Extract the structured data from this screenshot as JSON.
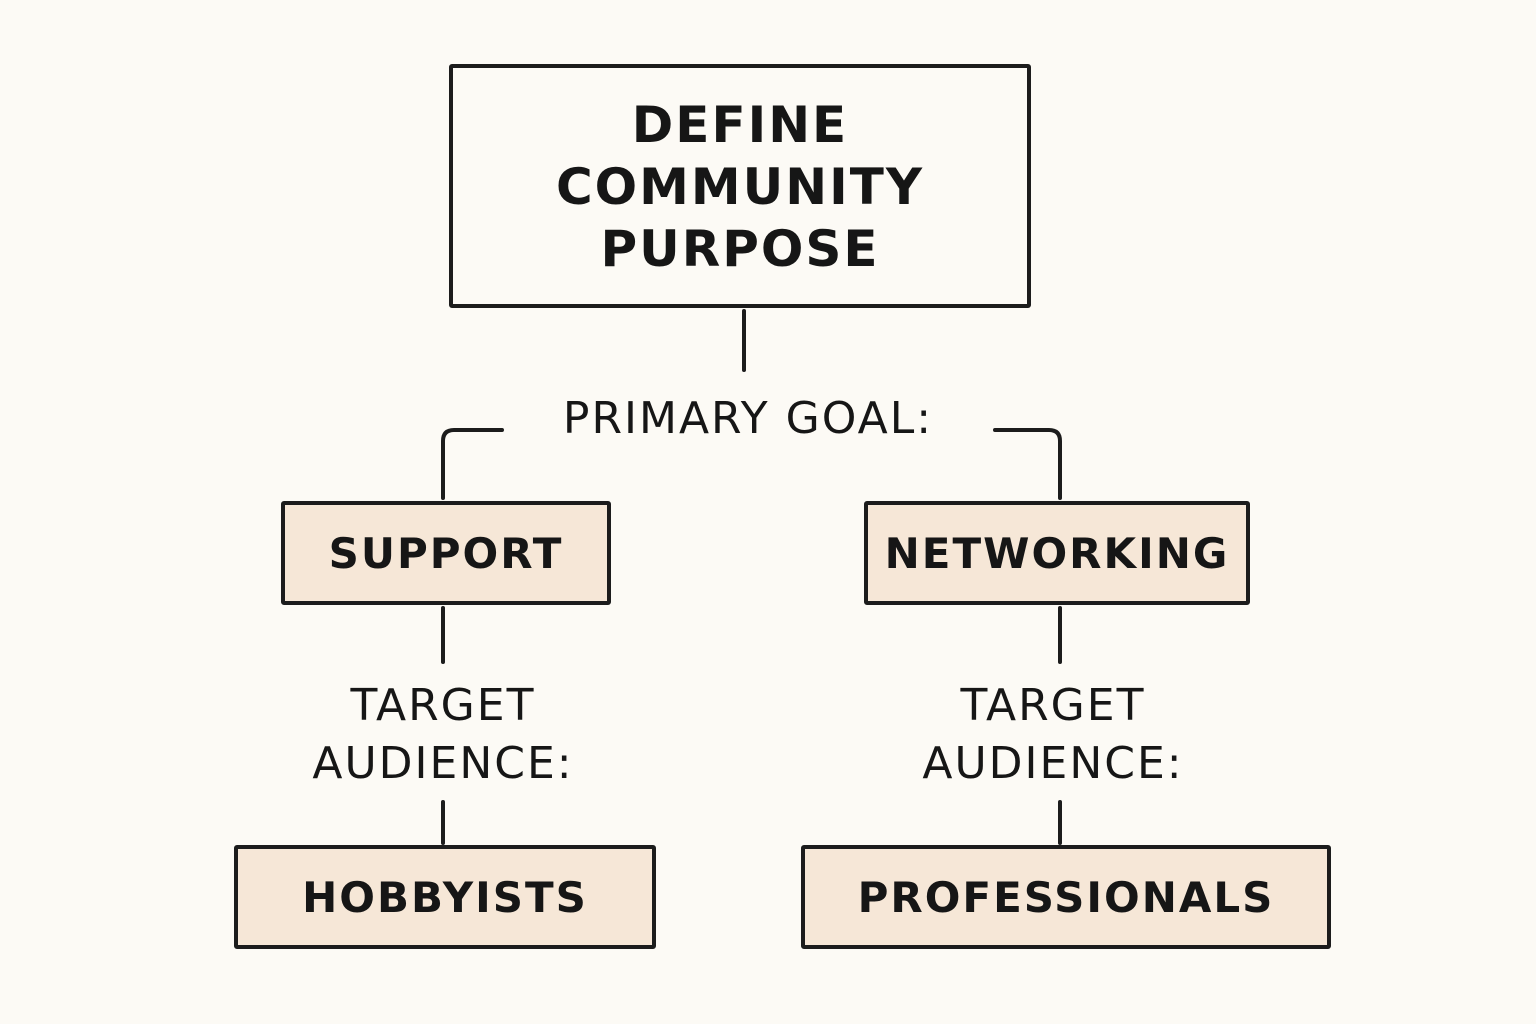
{
  "colors": {
    "background": "#fcfaf5",
    "box_stroke": "#1c1c1c",
    "root_fill": "#fcfaf5",
    "leaf_fill": "#f6e7d7",
    "text": "#161616"
  },
  "diagram": {
    "root": {
      "lines": [
        "DEFINE",
        "COMMUNITY",
        "PURPOSE"
      ]
    },
    "goal_label": "PRIMARY GOAL:",
    "branches": [
      {
        "goal": "SUPPORT",
        "audience_label": [
          "TARGET",
          "AUDIENCE:"
        ],
        "audience": "HOBBYISTS"
      },
      {
        "goal": "NETWORKING",
        "audience_label": [
          "TARGET",
          "AUDIENCE:"
        ],
        "audience": "PROFESSIONALS"
      }
    ]
  }
}
